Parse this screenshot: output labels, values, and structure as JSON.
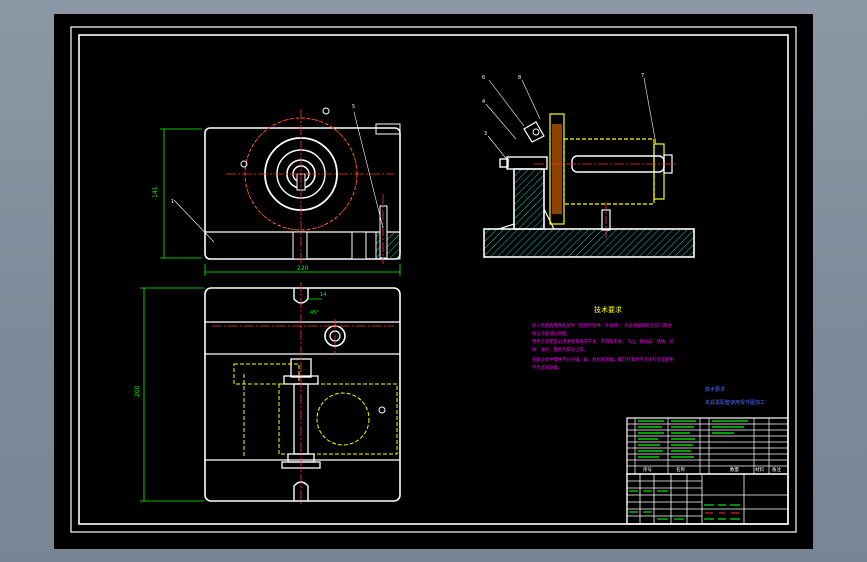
{
  "colors": {
    "background": "#7e8a99",
    "sheet": "#000000",
    "outline": "#ffffff",
    "dimension": "#00ff00",
    "hidden": "#ffff00",
    "centerline": "#ff3030",
    "hatch": "#00c8c8",
    "note_title": "#ffff00",
    "note_text": "#ff00ff",
    "remark": "#4d6bff"
  },
  "drawing": {
    "front_view": {
      "dim_height": "141",
      "dim_width": "220",
      "balloons": [
        "1",
        "5"
      ]
    },
    "top_view": {
      "dim_height": "200",
      "dim_slot": "14",
      "dim_angle": "45°"
    },
    "side_view": {
      "balloons": [
        "6",
        "8",
        "4",
        "3",
        "7"
      ]
    },
    "technical_requirements": {
      "title": "技术要求",
      "lines": [
        "装入装配的零件及部件（包括外购件、外协件），均必须具有检验部门的合",
        "格证方能进行装配。",
        "零件在装配前必须清理和清洗干净，不得有毛刺、飞边、氧化皮、锈蚀、切",
        "屑、油污、着色剂和灰尘等。",
        "装配过程中零件不允许磕、碰、划伤和锈蚀，螺钉拧紧时不允许打击或使用",
        "不合适的旋具。"
      ]
    },
    "remark": {
      "line1": "技术要求",
      "line2": "夹具需配套使用零件图加工"
    },
    "title_block": {
      "header": [
        "序号",
        "名称",
        "数量",
        "材料",
        "备注"
      ]
    }
  }
}
